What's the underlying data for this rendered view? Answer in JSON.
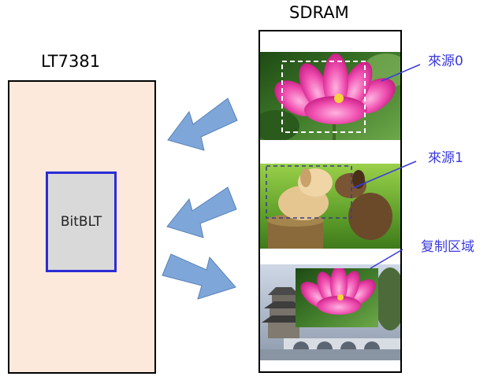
{
  "lt7381_label": "LT7381",
  "sdram_label": "SDRAM",
  "bitblt_label": "BitBLT",
  "source0_label": "來源0",
  "source1_label": "來源1",
  "copy_area_label": "复制区域",
  "colors": {
    "chip_fill": "#fde9dc",
    "bitblt_fill": "#d9d9d9",
    "bitblt_border": "#2b2bd6",
    "arrow_fill": "#7ea6d9",
    "annotation_text": "#3a3adf"
  },
  "icons": [
    "lotus-flower-image",
    "puppies-image",
    "pagoda-bridge-image",
    "lotus-flower-image"
  ]
}
